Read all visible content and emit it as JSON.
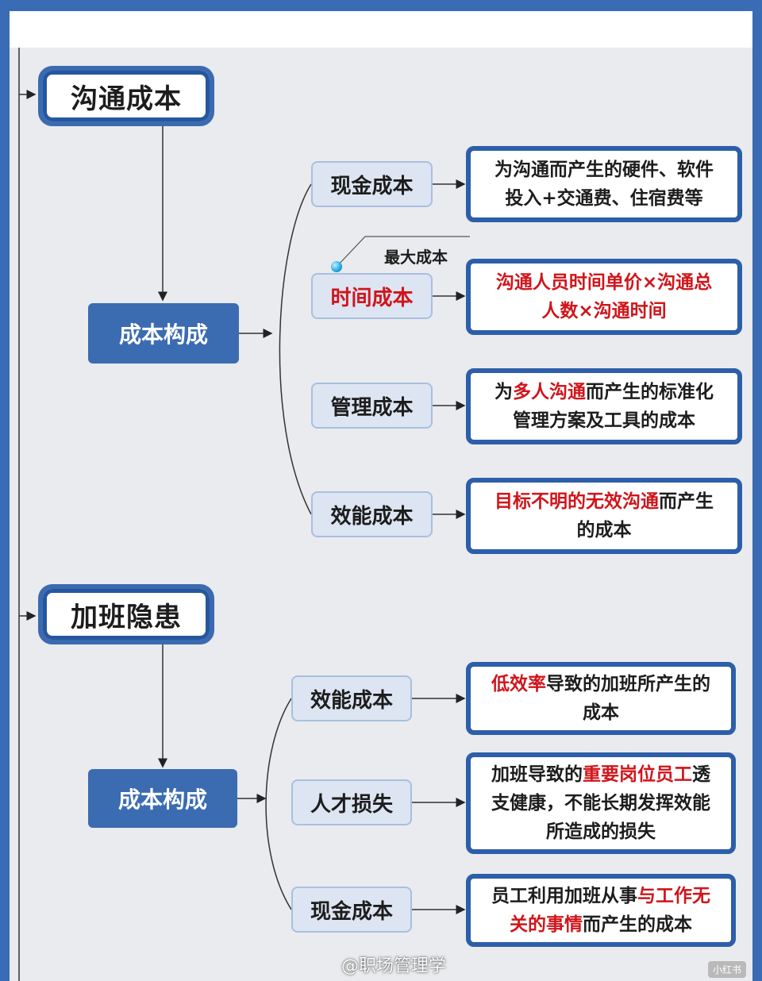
{
  "sections": [
    {
      "root": "沟通成本",
      "composition": "成本构成",
      "items": [
        {
          "category": "现金成本",
          "desc_lines": [
            [
              {
                "t": "为沟通而产生的硬件、软件"
              }
            ],
            [
              {
                "t": "投入+交通费、住宿费等"
              }
            ]
          ]
        },
        {
          "category": "时间成本",
          "note": "最大成本",
          "desc_lines": [
            [
              {
                "t": "沟通人员时间单价×沟通总",
                "red": true
              }
            ],
            [
              {
                "t": "人数×沟通时间",
                "red": true
              }
            ]
          ]
        },
        {
          "category": "管理成本",
          "desc_lines": [
            [
              {
                "t": "为"
              },
              {
                "t": "多人沟通",
                "red": true
              },
              {
                "t": "而产生的标准化"
              }
            ],
            [
              {
                "t": "管理方案及工具的成本"
              }
            ]
          ]
        },
        {
          "category": "效能成本",
          "desc_lines": [
            [
              {
                "t": "目标不明的无效沟通",
                "red": true
              },
              {
                "t": "而产生"
              }
            ],
            [
              {
                "t": "的成本"
              }
            ]
          ]
        }
      ]
    },
    {
      "root": "加班隐患",
      "composition": "成本构成",
      "items": [
        {
          "category": "效能成本",
          "desc_lines": [
            [
              {
                "t": "低效率",
                "red": true
              },
              {
                "t": "导致的加班所产生的"
              }
            ],
            [
              {
                "t": "成本"
              }
            ]
          ]
        },
        {
          "category": "人才损失",
          "desc_lines": [
            [
              {
                "t": "加班导致的"
              },
              {
                "t": "重要岗位员工",
                "red": true
              },
              {
                "t": "透"
              }
            ],
            [
              {
                "t": "支健康，不能长期发挥效能"
              }
            ],
            [
              {
                "t": "所造成的损失"
              }
            ]
          ]
        },
        {
          "category": "现金成本",
          "desc_lines": [
            [
              {
                "t": "员工利用加班从事"
              },
              {
                "t": "与工作无",
                "red": true
              }
            ],
            [
              {
                "t": "关的事情",
                "red": true
              },
              {
                "t": "而产生的成本"
              }
            ]
          ]
        }
      ]
    }
  ],
  "watermark": "@职场管理学",
  "corner_tag": "小红书",
  "colors": {
    "frame": "#3a6bb5",
    "node": "#3b6cb2",
    "highlight": "#d0151b"
  }
}
